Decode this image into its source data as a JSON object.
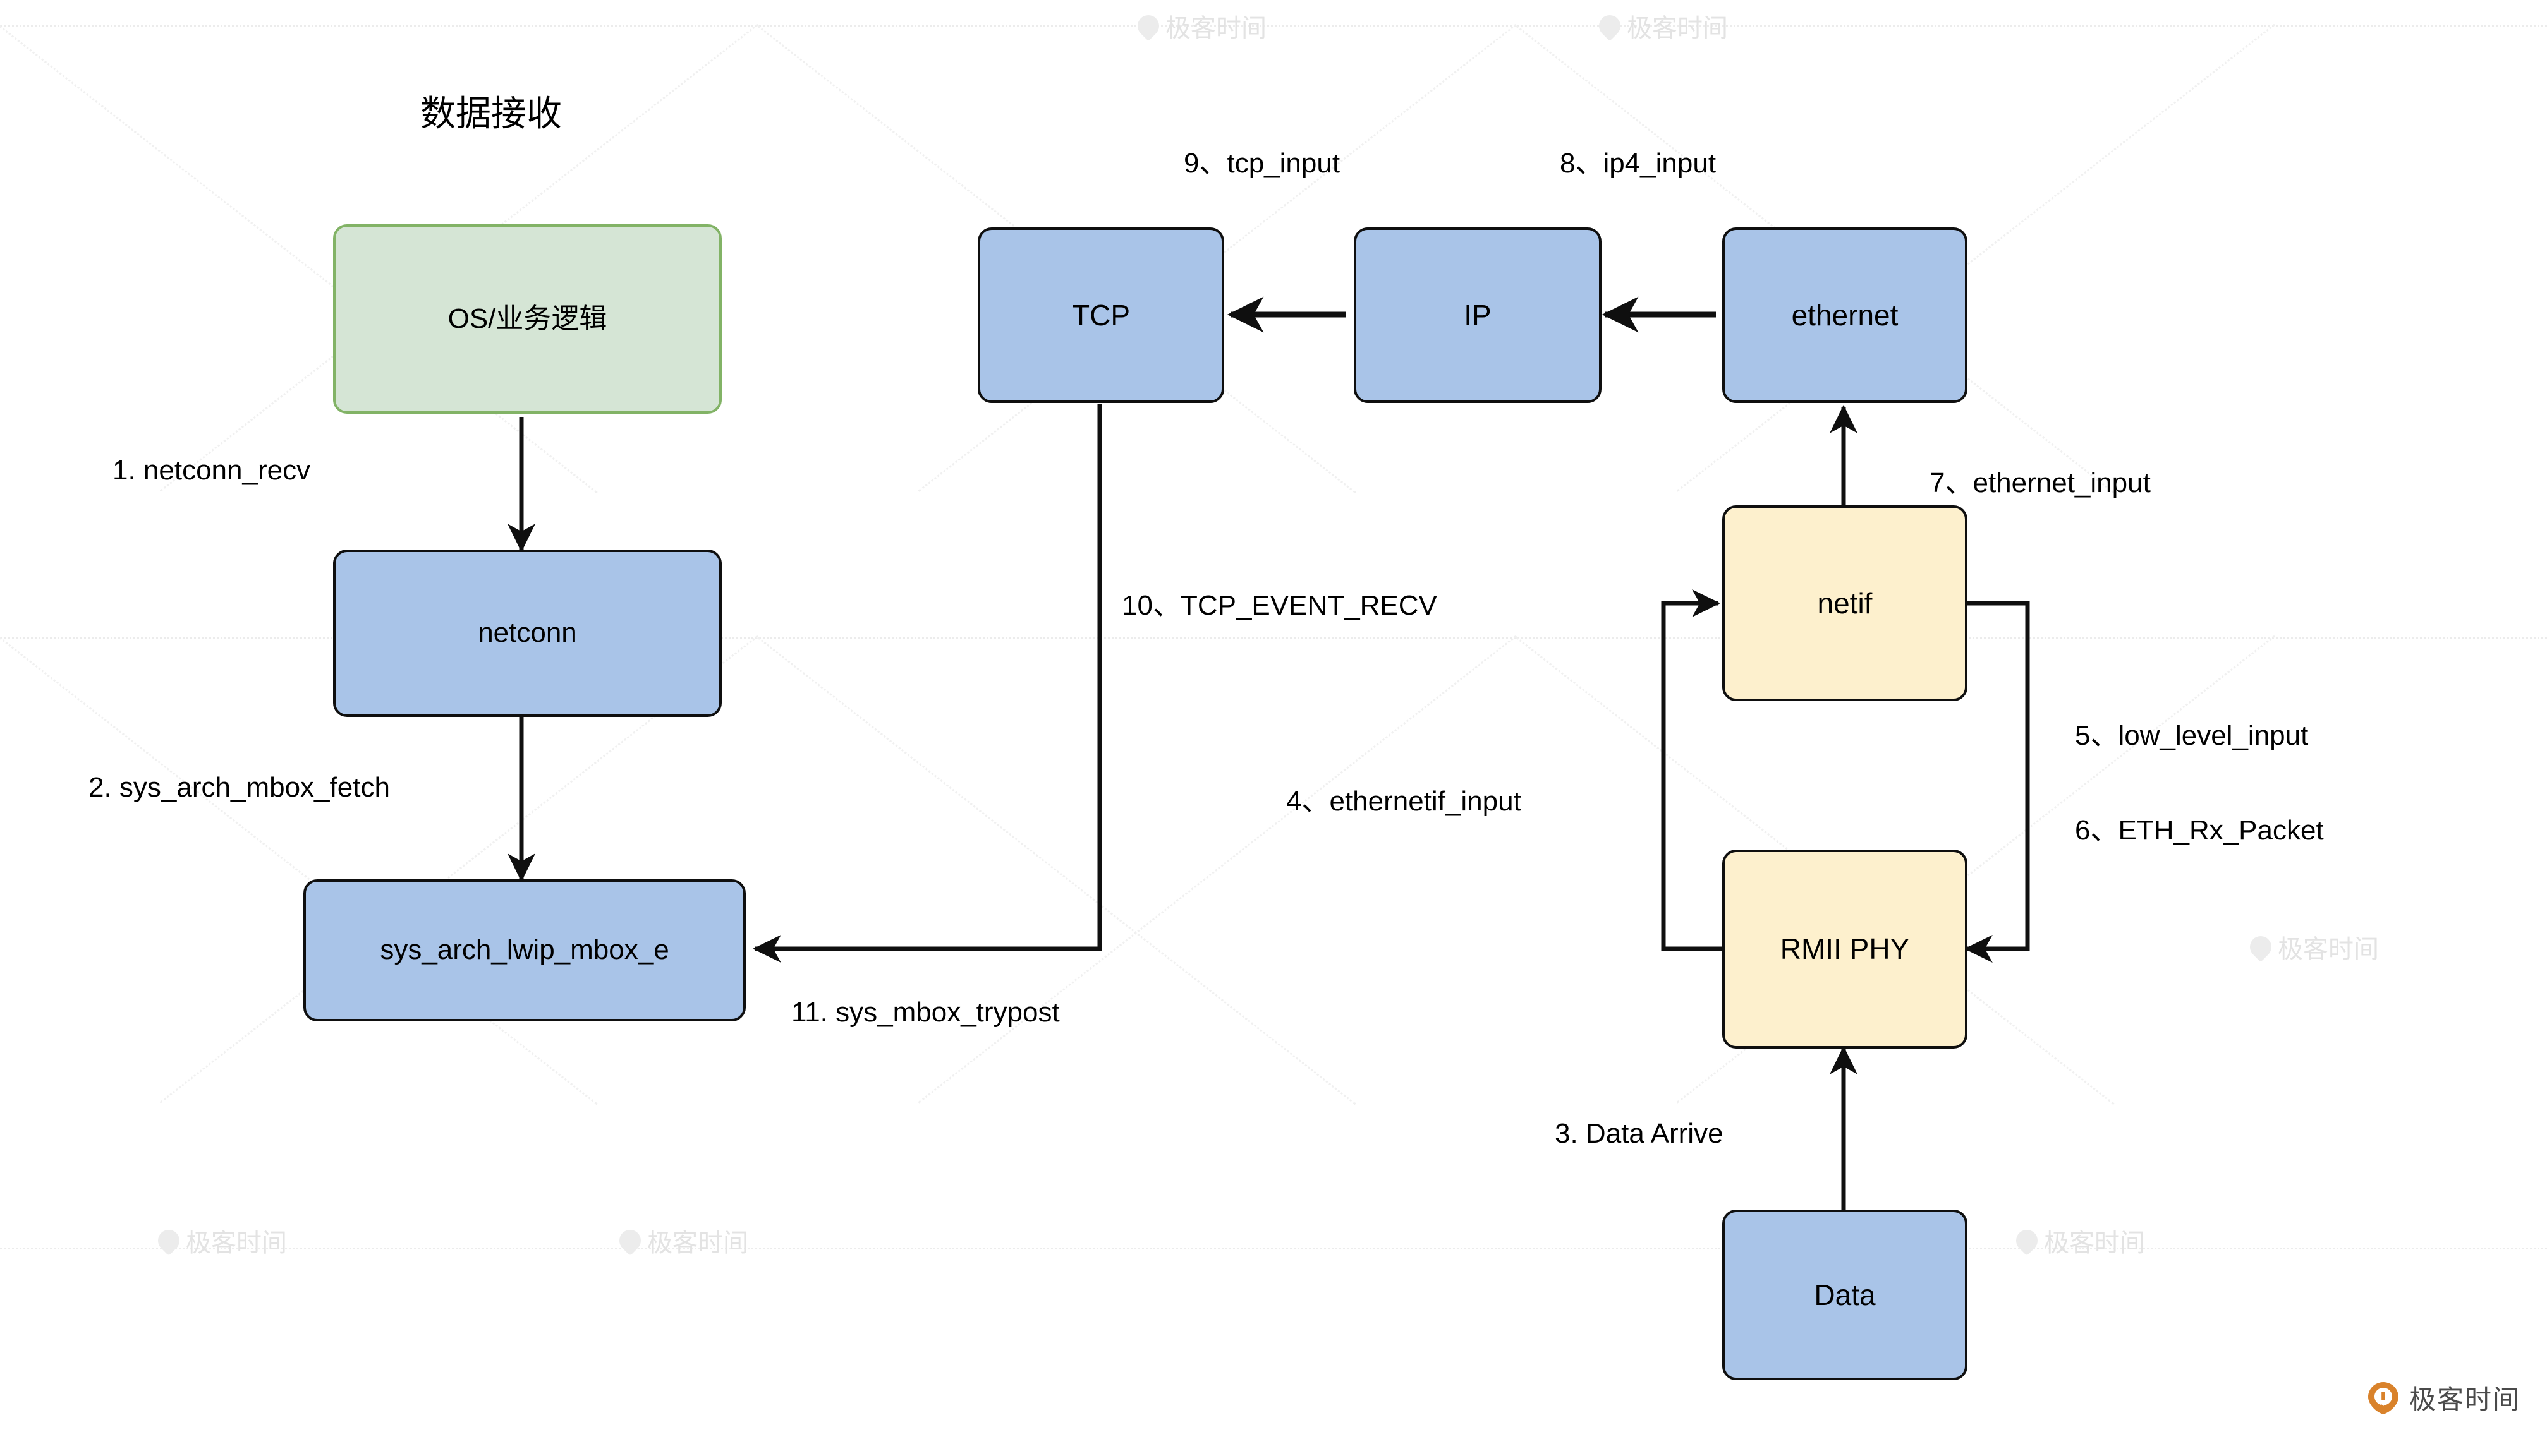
{
  "diagram": {
    "title": "数据接收",
    "colors": {
      "blue_fill": "#a9c4e8",
      "green_fill": "#d5e5d5",
      "green_stroke": "#82b366",
      "yellow_fill": "#fdf0cd",
      "stroke": "#0f0f0f",
      "brand_orange": "#d9822b"
    },
    "nodes": [
      {
        "id": "os",
        "label": "OS/业务逻辑",
        "color": "green"
      },
      {
        "id": "netconn",
        "label": "netconn",
        "color": "blue"
      },
      {
        "id": "mbox",
        "label": "sys_arch_lwip_mbox_e",
        "color": "blue"
      },
      {
        "id": "tcp",
        "label": "TCP",
        "color": "blue"
      },
      {
        "id": "ip",
        "label": "IP",
        "color": "blue"
      },
      {
        "id": "eth",
        "label": "ethernet",
        "color": "blue"
      },
      {
        "id": "netif",
        "label": "netif",
        "color": "yellow"
      },
      {
        "id": "phy",
        "label": "RMII PHY",
        "color": "yellow"
      },
      {
        "id": "data",
        "label": "Data",
        "color": "blue"
      }
    ],
    "edge_labels": [
      {
        "id": "l1",
        "text": "1. netconn_recv"
      },
      {
        "id": "l2",
        "text": "2. sys_arch_mbox_fetch"
      },
      {
        "id": "l3",
        "text": "3. Data Arrive"
      },
      {
        "id": "l4",
        "text": "4、ethernetif_input"
      },
      {
        "id": "l5",
        "text": "5、low_level_input"
      },
      {
        "id": "l6",
        "text": "6、ETH_Rx_Packet"
      },
      {
        "id": "l7",
        "text": "7、ethernet_input"
      },
      {
        "id": "l8",
        "text": "8、ip4_input"
      },
      {
        "id": "l9",
        "text": "9、tcp_input"
      },
      {
        "id": "l10",
        "text": "10、TCP_EVENT_RECV"
      },
      {
        "id": "l11",
        "text": "11. sys_mbox_trypost"
      }
    ],
    "watermark": {
      "text": "极客时间",
      "brand_text": "极客时间"
    }
  }
}
